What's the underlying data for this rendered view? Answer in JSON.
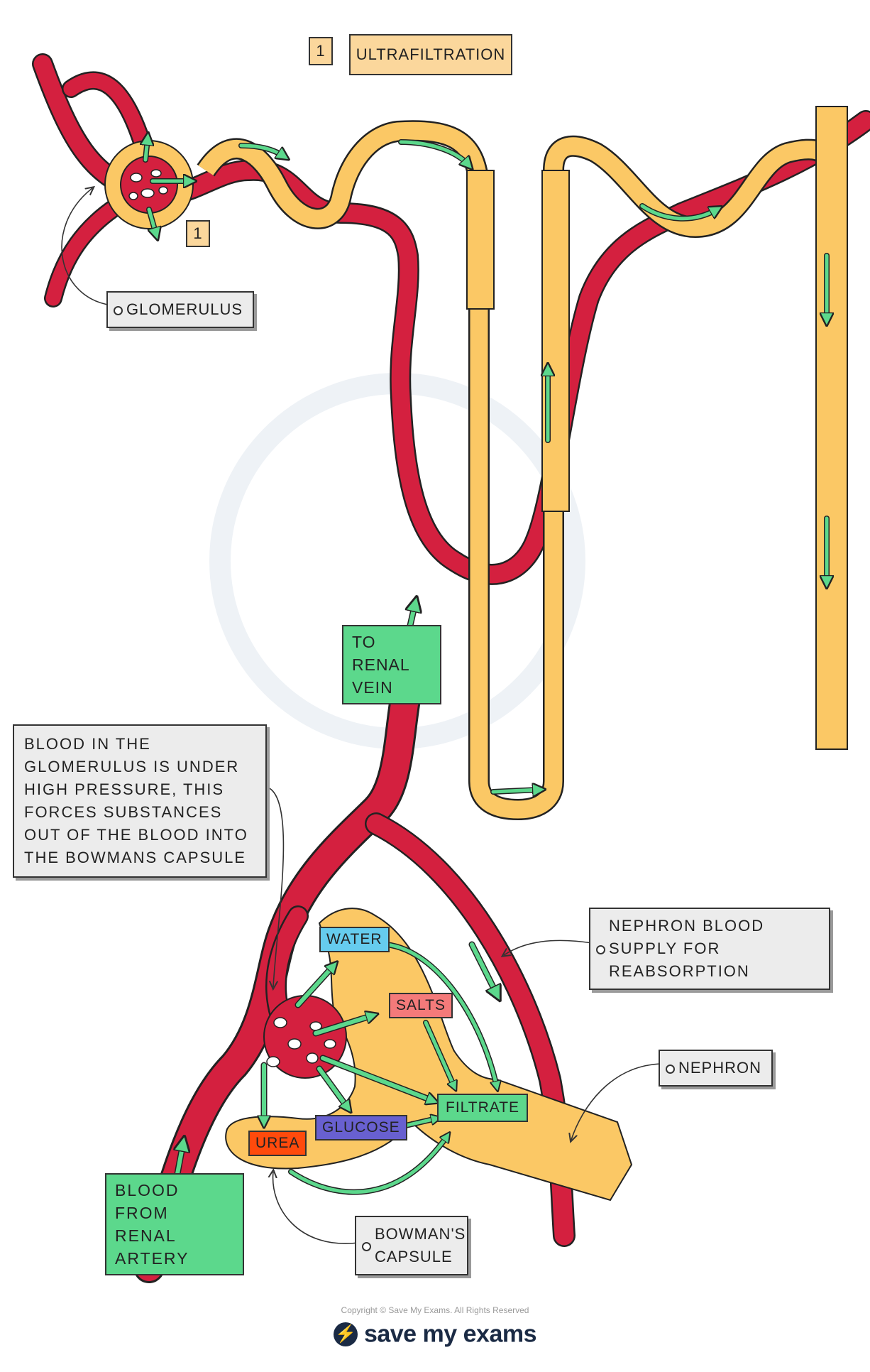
{
  "title": {
    "number": "1",
    "text": "ULTRAFILTRATION",
    "step_marker": "1"
  },
  "labels": {
    "glomerulus": "GLOMERULUS",
    "to_renal_vein": "TO RENAL VEIN",
    "blood_pressure_note": "BLOOD IN THE GLOMERULUS IS UNDER HIGH PRESSURE, THIS FORCES SUBSTANCES OUT OF THE BLOOD INTO THE BOWMANS CAPSULE",
    "nephron_blood_supply": "NEPHRON BLOOD SUPPLY FOR REABSORPTION",
    "nephron": "NEPHRON",
    "blood_from_renal_artery": "BLOOD FROM RENAL ARTERY",
    "bowmans_capsule": "BOWMAN'S CAPSULE"
  },
  "substances": {
    "water": "WATER",
    "salts": "SALTS",
    "glucose": "GLUCOSE",
    "urea": "UREA",
    "filtrate": "FILTRATE"
  },
  "footer": {
    "copyright": "Copyright © Save My Exams. All Rights Reserved",
    "brand": "save my exams"
  },
  "colors": {
    "blood": "#d4203f",
    "nephron": "#fbc865",
    "arrow": "#5cd88c",
    "water_chip": "#66ccee",
    "salts_chip": "#f47a7a",
    "glucose_chip": "#6860d0",
    "urea_chip": "#ff4a0c",
    "brand_dark": "#1a2a44",
    "brand_accent": "#18a0d8"
  }
}
